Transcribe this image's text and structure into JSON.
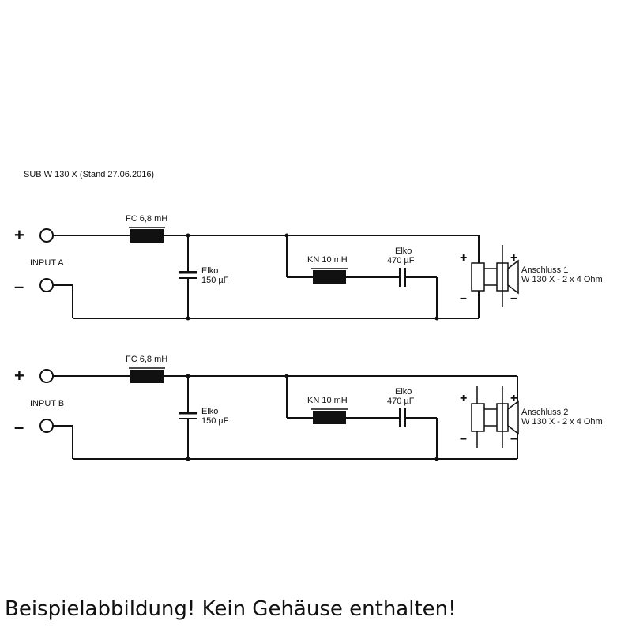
{
  "title": "SUB W 130 X (Stand 27.06.2016)",
  "channels": [
    {
      "input_label": "INPUT A",
      "plus": "+",
      "minus": "–",
      "fc_label": "FC 6,8 mH",
      "cap1_name": "Elko",
      "cap1_value": "150 µF",
      "kn_label": "KN 10 mH",
      "cap2_name": "Elko",
      "cap2_value": "470 µF",
      "spk_plus": "+",
      "spk_minus": "–",
      "conn_label": "Anschluss 1",
      "spk_label": "W 130 X - 2 x 4 Ohm"
    },
    {
      "input_label": "INPUT B",
      "plus": "+",
      "minus": "–",
      "fc_label": "FC 6,8 mH",
      "cap1_name": "Elko",
      "cap1_value": "150 µF",
      "kn_label": "KN 10 mH",
      "cap2_name": "Elko",
      "cap2_value": "470 µF",
      "spk_plus": "+",
      "spk_minus": "–",
      "conn_label": "Anschluss 2",
      "spk_label": "W 130 X - 2 x 4 Ohm"
    }
  ],
  "footer_note": "Beispielabbildung! Kein Gehäuse enthalten!",
  "colors": {
    "ink": "#111111",
    "background": "#ffffff"
  }
}
